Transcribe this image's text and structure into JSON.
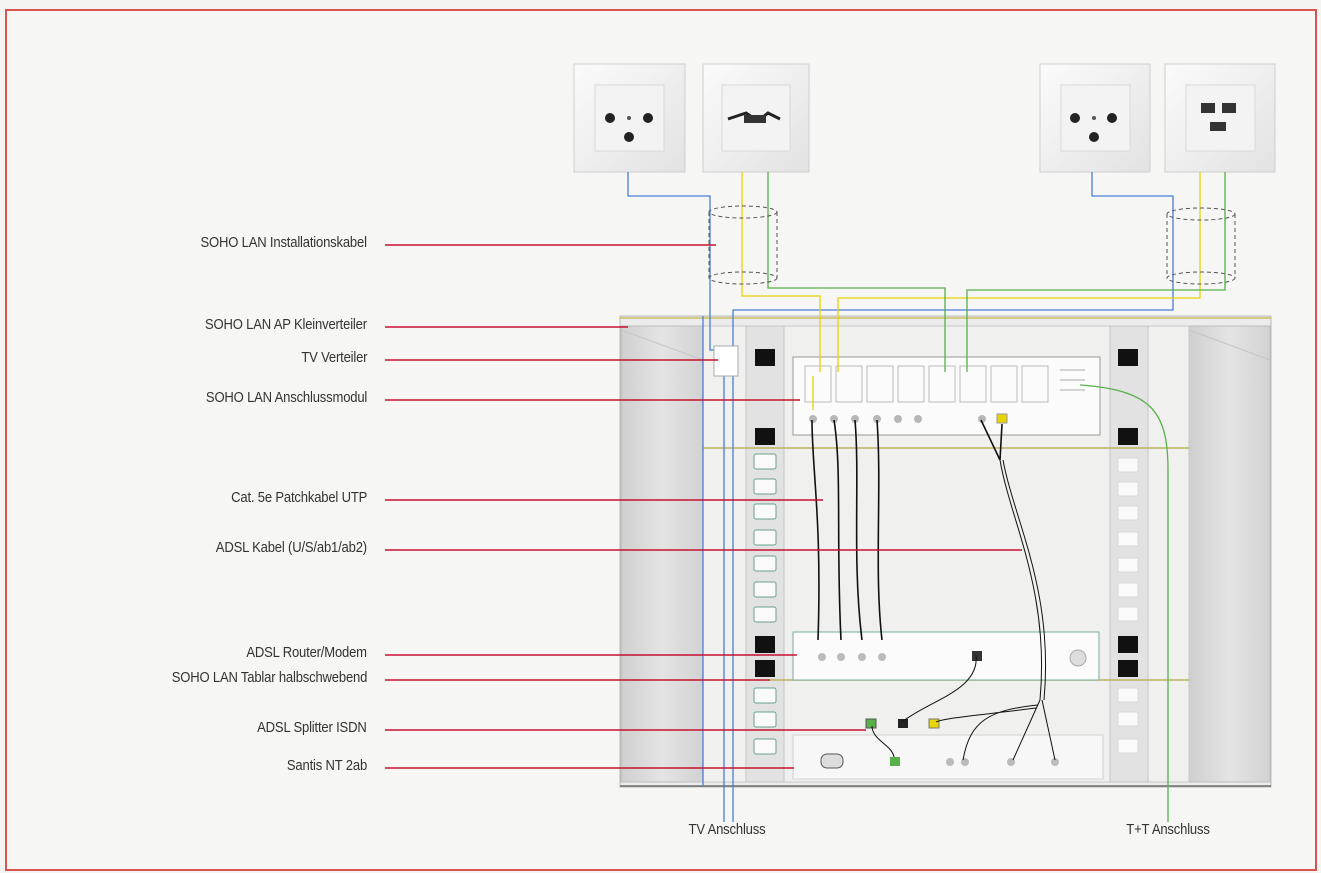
{
  "labels": {
    "installationskabel": "SOHO LAN Installationskabel",
    "kleinverteiler": "SOHO LAN AP Kleinverteiler",
    "tv_verteiler": "TV Verteiler",
    "anschlussmodul": "SOHO LAN Anschlussmodul",
    "patchkabel": "Cat. 5e Patchkabel UTP",
    "adsl_kabel": "ADSL Kabel (U/S/ab1/ab2)",
    "router": "ADSL Router/Modem",
    "tablar": "SOHO LAN Tablar halbschwebend",
    "splitter": "ADSL Splitter ISDN",
    "santis": "Santis NT 2ab",
    "tv_anschluss": "TV Anschluss",
    "tt_anschluss": "T+T Anschluss"
  },
  "colors": {
    "border": "#d9534f",
    "callout": "#c8102e",
    "cable_blue": "#4a7fd8",
    "cable_yellow": "#e8d400",
    "cable_green": "#58b04a",
    "cabinet": "#d8d8d8",
    "black": "#111111"
  },
  "icons": [
    "tv-outlet-icon",
    "data-outlet-icon",
    "rj45-outlet-icon"
  ]
}
